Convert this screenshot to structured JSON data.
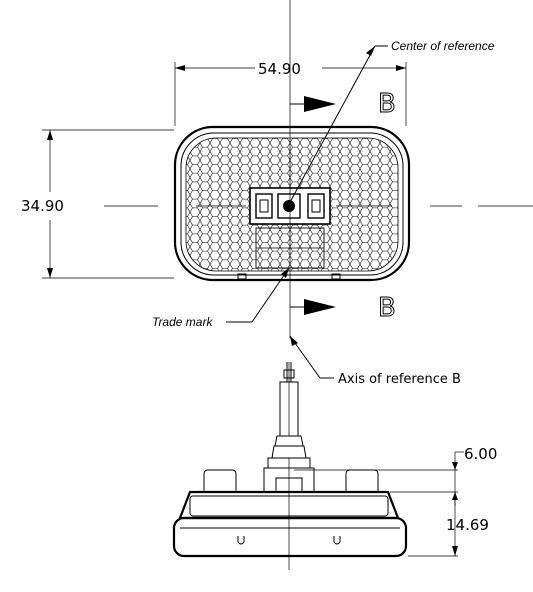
{
  "dimensions": {
    "width": "54.90",
    "height": "34.90",
    "top_offset": "6.00",
    "side_depth": "14.69"
  },
  "labels": {
    "center_of_reference": "Center of reference",
    "trade_mark": "Trade mark",
    "axis_of_reference": "Axis of reference B",
    "section_top": "B",
    "section_bottom": "B"
  }
}
